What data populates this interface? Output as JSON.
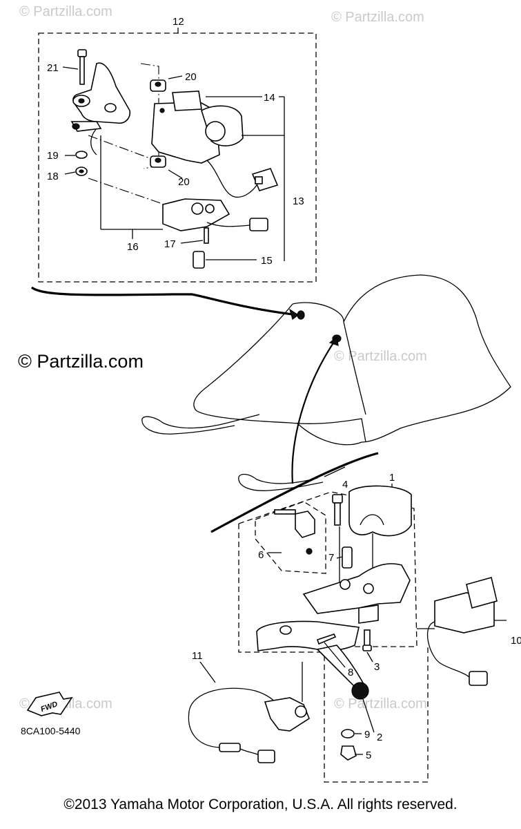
{
  "watermark": {
    "text": "© Partzilla.com",
    "strong_text": "© Partzilla.com"
  },
  "diagram_code": "8CA100-5440",
  "fwd_label": "FWD",
  "copyright": "©2013  Yamaha Motor Corporation, U.S.A. All rights reserved.",
  "callouts": {
    "c1": "1",
    "c2": "2",
    "c3": "3",
    "c4": "4",
    "c5": "5",
    "c6": "6",
    "c7": "7",
    "c8": "8",
    "c9": "9",
    "c10": "10",
    "c11": "11",
    "c12": "12",
    "c13": "13",
    "c14": "14",
    "c15": "15",
    "c16": "16",
    "c17": "17",
    "c18": "18",
    "c19": "19",
    "c20a": "20",
    "c20b": "20",
    "c21": "21"
  },
  "colors": {
    "line": "#000000",
    "watermark": "#c9c9c9",
    "background": "#ffffff"
  }
}
